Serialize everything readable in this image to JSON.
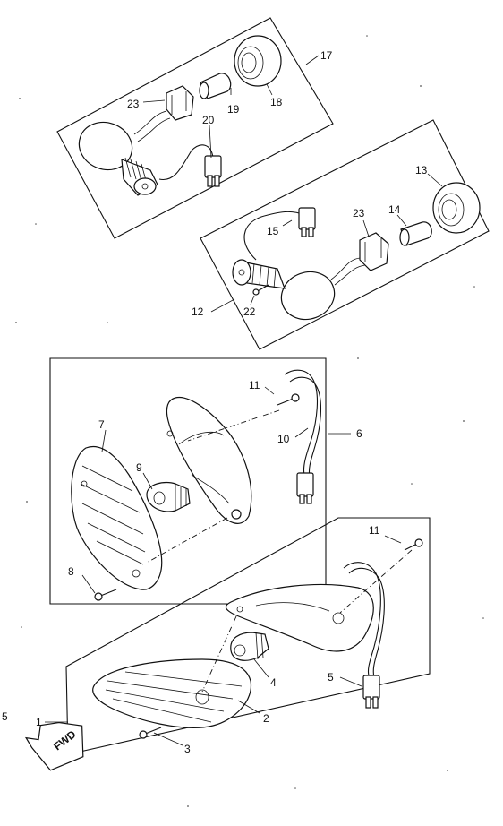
{
  "diagram": {
    "callouts": {
      "c1": "1",
      "c2": "2",
      "c3": "3",
      "c4": "4",
      "c5": "5",
      "c6": "6",
      "c7": "7",
      "c8": "8",
      "c9": "9",
      "c10": "10",
      "c11a": "11",
      "c11b": "11",
      "c12": "12",
      "c13": "13",
      "c14": "14",
      "c15": "15",
      "c17": "17",
      "c18": "18",
      "c19": "19",
      "c20": "20",
      "c22": "22",
      "c23a": "23",
      "c23b": "23"
    },
    "fwd_label": "FWD",
    "corner_mark": "5"
  }
}
